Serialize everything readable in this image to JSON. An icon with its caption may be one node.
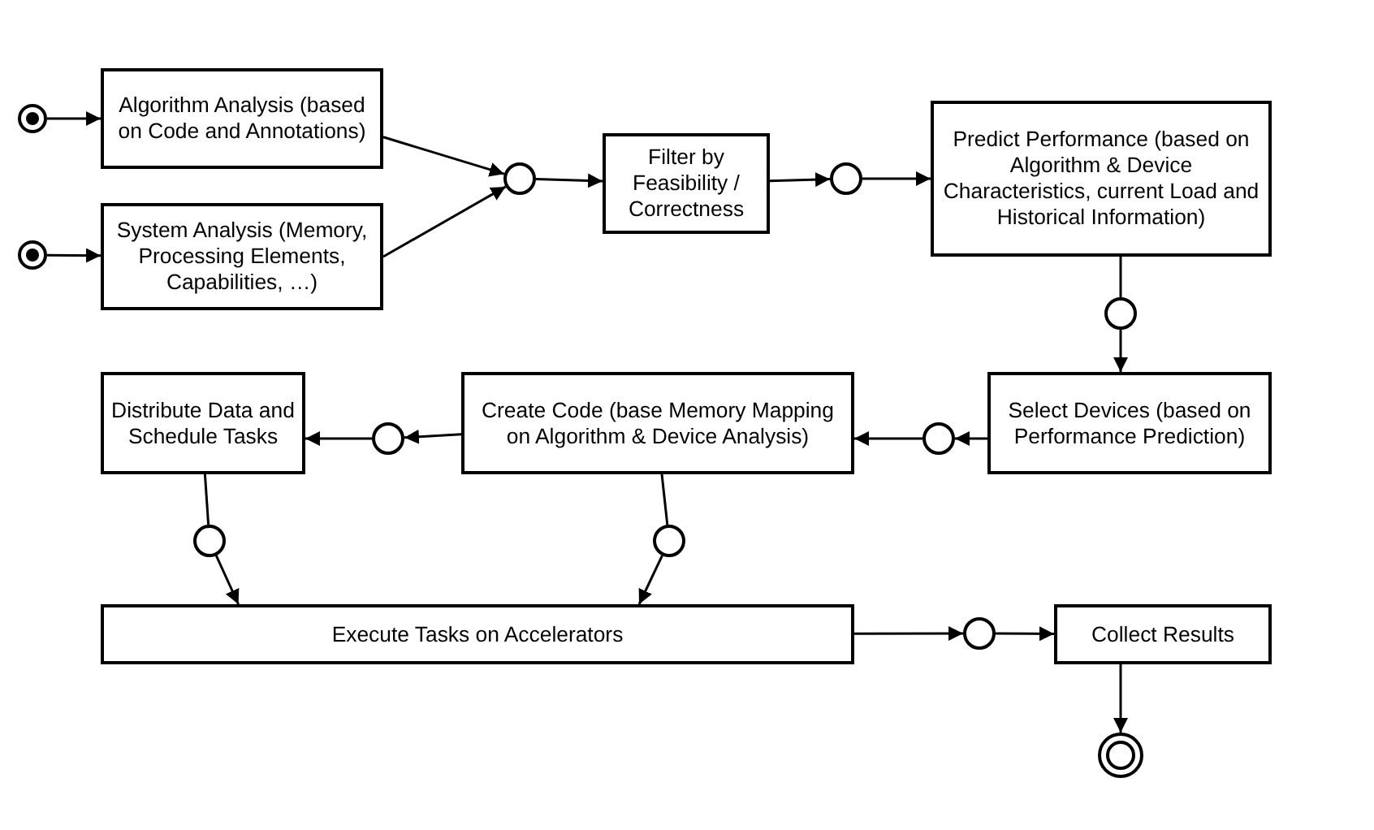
{
  "diagram": {
    "nodes": [
      {
        "text": [],
        "shape": "circle"
      },
      {
        "text": [],
        "shape": "circle"
      },
      {
        "text": [
          "Algorithm Analysis (based on Code and Annotations)"
        ]
      },
      {
        "text": [
          "System Analysis (Memory, Processing Elements, Capabilities, …)"
        ]
      },
      {
        "text": [],
        "shape": "circle"
      },
      {
        "text": [
          "Filter by Feasibility / Correctness"
        ]
      },
      {
        "text": [],
        "shape": "circle"
      },
      {
        "text": [
          "Predict Performance (based on Algorithm & Device Characteristics, current Load and Historical Information)"
        ]
      },
      {
        "text": [],
        "shape": "circle"
      },
      {
        "text": [
          "Select Devices (based on Performance Prediction)"
        ]
      },
      {
        "text": [],
        "shape": "circle"
      },
      {
        "text": [
          "Create Code (base Memory Mapping on Algorithm & Device Analysis)"
        ]
      },
      {
        "text": [],
        "shape": "circle"
      },
      {
        "text": [
          "Distribute Data and Schedule Tasks"
        ]
      },
      {
        "text": [],
        "shape": "circle"
      },
      {
        "text": [],
        "shape": "circle"
      },
      {
        "text": [
          "Execute Tasks on Accelerators"
        ]
      },
      {
        "text": [],
        "shape": "circle"
      },
      {
        "text": [
          "Collect Results"
        ]
      },
      {
        "text": [],
        "shape": "circle"
      }
    ],
    "edges": [
      {
        "from": 0,
        "to": 2,
        "arrow": "to"
      },
      {
        "from": 1,
        "to": 3,
        "arrow": "to"
      },
      {
        "from": 2,
        "to": 4,
        "arrow": "to"
      },
      {
        "from": 3,
        "to": 4,
        "arrow": "to"
      },
      {
        "from": 4,
        "to": 5,
        "arrow": "to"
      },
      {
        "from": 5,
        "to": 6,
        "arrow": "to"
      },
      {
        "from": 6,
        "to": 7,
        "arrow": "to"
      },
      {
        "from": 7,
        "to": 8,
        "arrow": "none"
      },
      {
        "from": 8,
        "to": 9,
        "arrow": "to"
      },
      {
        "from": 9,
        "to": 10,
        "arrow": "to"
      },
      {
        "from": 10,
        "to": 11,
        "arrow": "to"
      },
      {
        "from": 11,
        "to": 12,
        "arrow": "to"
      },
      {
        "from": 12,
        "to": 13,
        "arrow": "to"
      },
      {
        "from": 13,
        "to": 14,
        "arrow": "none"
      },
      {
        "from": 14,
        "to": 16,
        "arrow": "to"
      },
      {
        "from": 11,
        "to": 15,
        "arrow": "none"
      },
      {
        "from": 15,
        "to": 16,
        "arrow": "to"
      },
      {
        "from": 16,
        "to": 17,
        "arrow": "to"
      },
      {
        "from": 17,
        "to": 18,
        "arrow": "to"
      },
      {
        "from": 18,
        "to": 19,
        "arrow": "to"
      }
    ]
  }
}
